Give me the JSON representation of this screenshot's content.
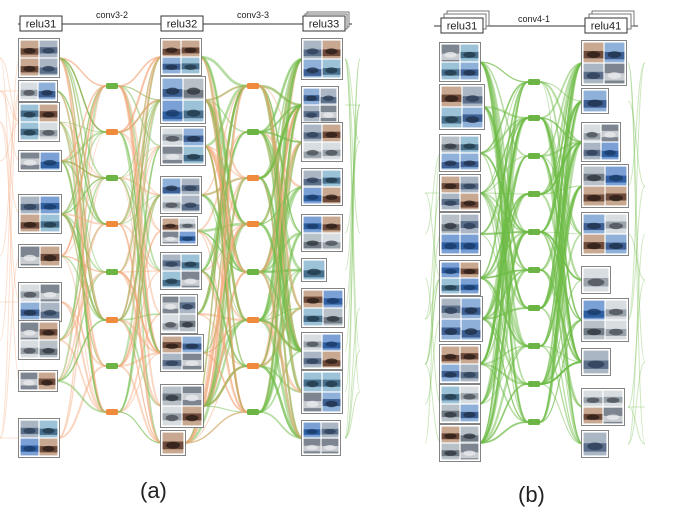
{
  "panel_a": {
    "layers": [
      "relu31",
      "relu32",
      "relu33"
    ],
    "connections": [
      "conv3-2",
      "conv3-3"
    ],
    "caption": "(a)"
  },
  "panel_b": {
    "layers": [
      "relu31",
      "relu41"
    ],
    "connections": [
      "conv4-1"
    ],
    "caption": "(b)"
  },
  "colors": {
    "orange_edge": "#f4a77a",
    "green_edge": "#6dbb45",
    "orange_node": "#f08a3c",
    "green_node": "#6cb444",
    "axis": "#333333"
  }
}
